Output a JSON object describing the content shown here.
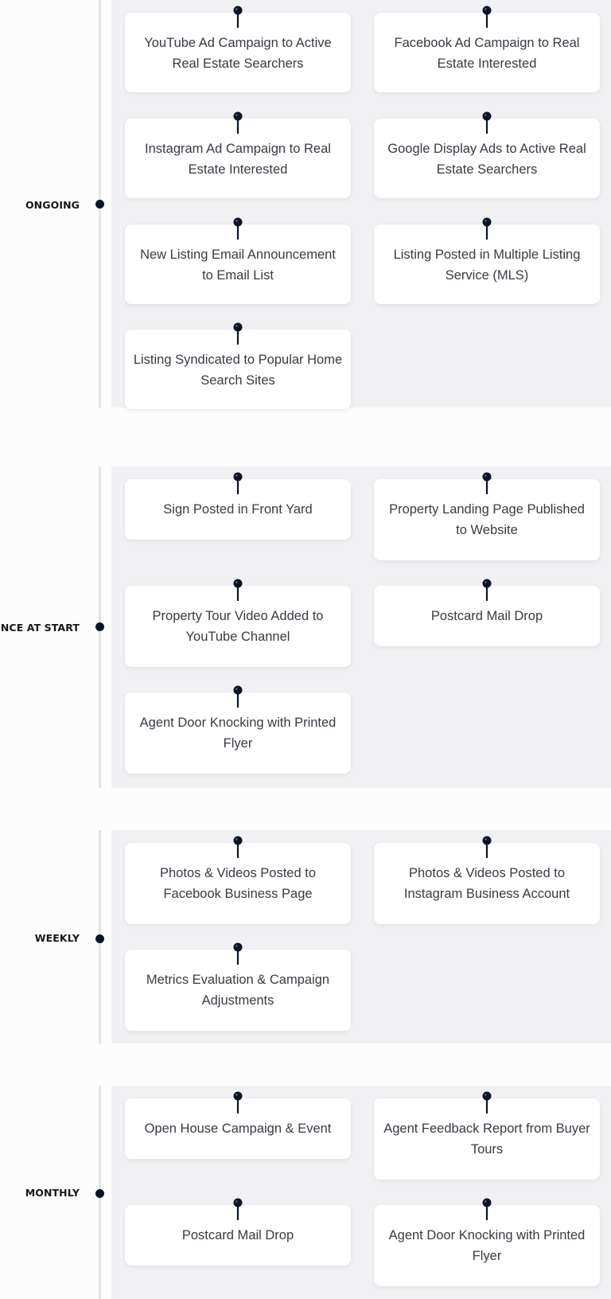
{
  "sections": [
    {
      "label": "ONGOING",
      "cards": [
        "YouTube Ad Campaign to Active Real Estate Searchers",
        "Facebook Ad Campaign to Real Estate Interested",
        "Instagram Ad Campaign to Real Estate Interested",
        "Google Display Ads to Active Real Estate Searchers",
        "New Listing Email Announcement to Email List",
        "Listing Posted in Multiple Listing Service (MLS)",
        "Listing Syndicated to Popular Home Search Sites"
      ]
    },
    {
      "label": "ONCE AT START",
      "cards": [
        "Sign Posted in Front Yard",
        "Property Landing Page Published to Website",
        "Property Tour Video Added to YouTube Channel",
        "Postcard Mail Drop",
        "Agent Door Knocking with Printed Flyer"
      ]
    },
    {
      "label": "WEEKLY",
      "cards": [
        "Photos & Videos Posted to Facebook Business Page",
        "Photos & Videos Posted to Instagram Business Account",
        "Metrics Evaluation & Campaign Adjustments"
      ]
    },
    {
      "label": "MONTHLY",
      "cards": [
        "Open House Campaign & Event",
        "Agent Feedback Report from Buyer Tours",
        "Postcard Mail Drop",
        "Agent Door Knocking with Printed Flyer"
      ]
    }
  ],
  "colors": {
    "pin": "#0c1424",
    "panel": "#f1f1f4",
    "card": "#ffffff",
    "text": "#3a3a44"
  },
  "icons": {
    "card_marker": "map-pin-icon",
    "timeline_marker": "timeline-dot"
  }
}
